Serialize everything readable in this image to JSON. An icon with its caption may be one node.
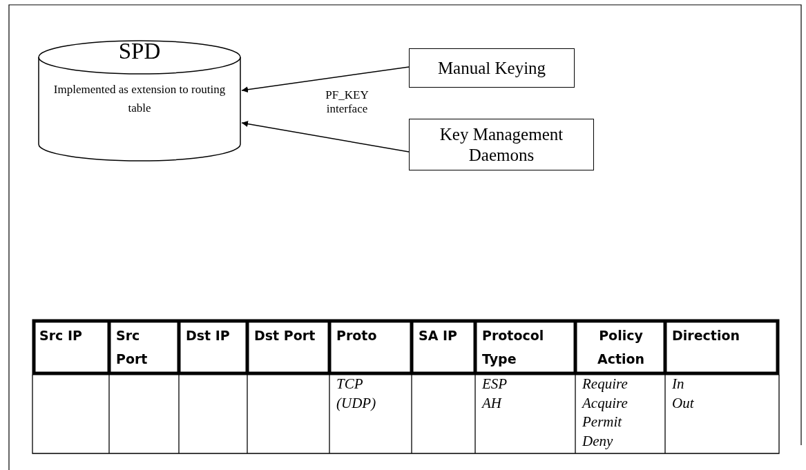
{
  "diagram": {
    "nodes": [
      {
        "text": [
          "SPD",
          "Implemented as extension to routing table"
        ]
      },
      {
        "text": [
          "Manual Keying"
        ]
      },
      {
        "text": [
          "Key Management Daemons"
        ]
      }
    ],
    "edges": [
      {
        "from": 1,
        "to": 0,
        "arrow": "to"
      },
      {
        "from": 2,
        "to": 0,
        "arrow": "to"
      }
    ],
    "labels": [
      "PF_KEY interface",
      "Src IP",
      "Src Port",
      "Dst IP",
      "Dst Port",
      "Proto",
      "SA IP",
      "Protocol Type",
      "Policy Action",
      "Direction",
      "TCP",
      "(UDP)",
      "ESP",
      "AH",
      "Require",
      "Acquire",
      "Permit",
      "Deny",
      "In",
      "Out"
    ]
  }
}
